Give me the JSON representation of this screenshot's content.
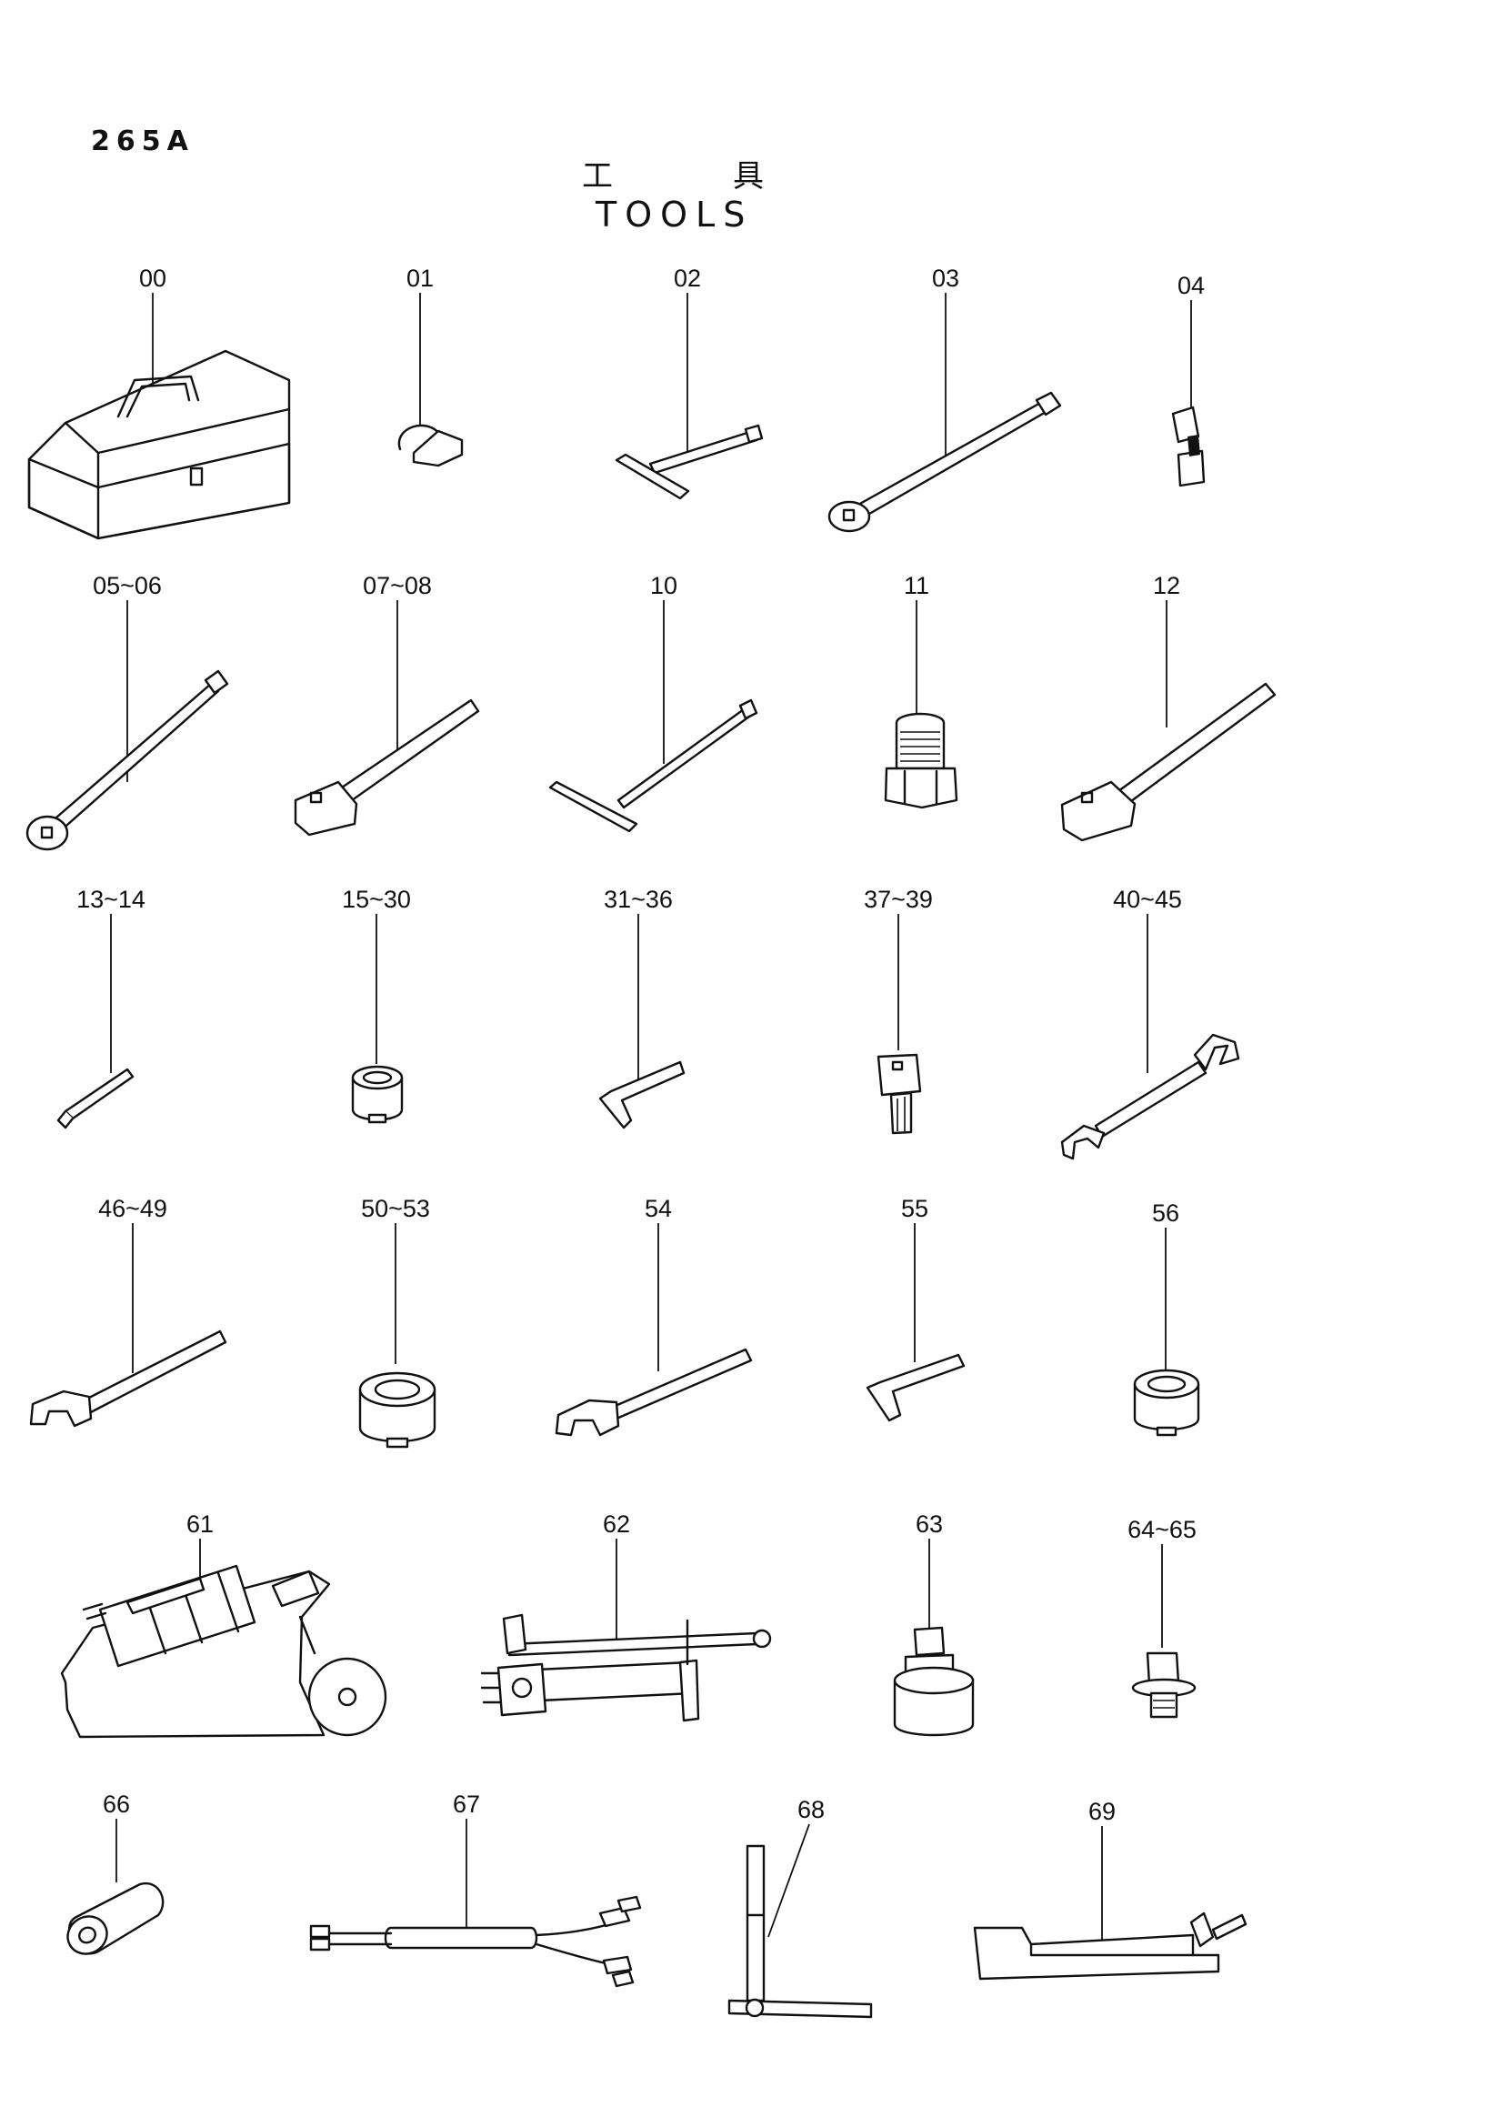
{
  "page_code": "265A",
  "title_jp": [
    "工",
    "具"
  ],
  "title_en": "TOOLS",
  "tools": [
    {
      "key": "toolbox",
      "label": "00"
    },
    {
      "key": "clip",
      "label": "01"
    },
    {
      "key": "t-handle-short",
      "label": "02"
    },
    {
      "key": "extension-bar",
      "label": "03"
    },
    {
      "key": "universal-joint",
      "label": "04"
    },
    {
      "key": "extension-bar-2",
      "label": "05~06"
    },
    {
      "key": "ratchet-handle",
      "label": "07~08"
    },
    {
      "key": "t-handle-long",
      "label": "10"
    },
    {
      "key": "adapter",
      "label": "11"
    },
    {
      "key": "ratchet-handle-large",
      "label": "12"
    },
    {
      "key": "hex-key-long",
      "label": "13~14"
    },
    {
      "key": "socket-small",
      "label": "15~30"
    },
    {
      "key": "hex-key",
      "label": "31~36"
    },
    {
      "key": "hex-bit-socket",
      "label": "37~39"
    },
    {
      "key": "double-open-wrench",
      "label": "40~45"
    },
    {
      "key": "single-open-wrench",
      "label": "46~49"
    },
    {
      "key": "socket-large",
      "label": "50~53"
    },
    {
      "key": "single-open-wrench-2",
      "label": "54"
    },
    {
      "key": "hex-key-large",
      "label": "55"
    },
    {
      "key": "socket-medium",
      "label": "56"
    },
    {
      "key": "hydraulic-jack",
      "label": "61"
    },
    {
      "key": "hand-pump",
      "label": "62"
    },
    {
      "key": "plug-adapter",
      "label": "63"
    },
    {
      "key": "plug",
      "label": "64~65"
    },
    {
      "key": "sleeve",
      "label": "66"
    },
    {
      "key": "hose-assembly",
      "label": "67"
    },
    {
      "key": "t-wrench",
      "label": "68"
    },
    {
      "key": "bracket-tool",
      "label": "69"
    }
  ]
}
